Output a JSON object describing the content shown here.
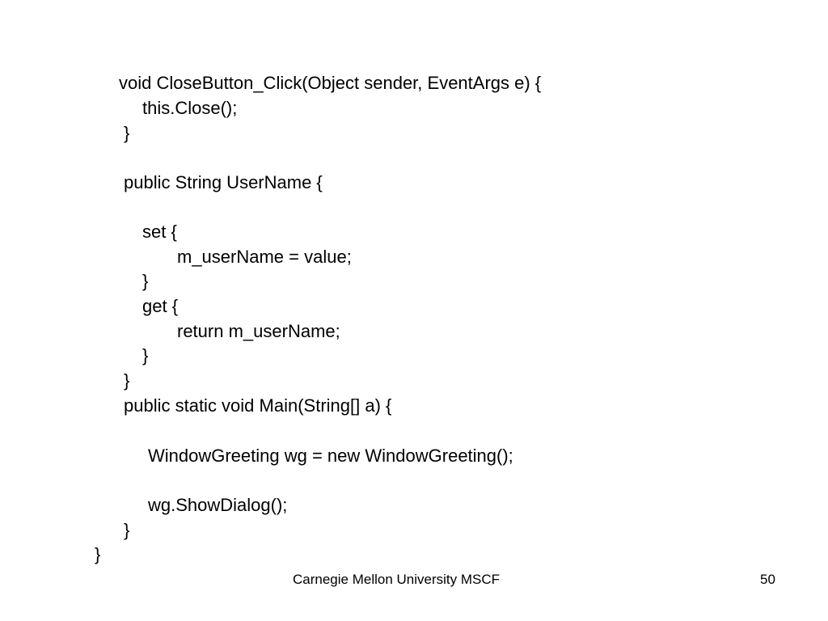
{
  "slide": {
    "code_lines": [
      "void CloseButton_Click(Object sender, EventArgs e) {",
      "this.Close();",
      "}",
      "public String UserName {",
      "set {",
      "m_userName = value;",
      "}",
      "get {",
      "return m_userName;",
      "}",
      "}",
      "public static void Main(String[] a) {",
      "WindowGreeting wg = new WindowGreeting();",
      "wg.ShowDialog();",
      "}",
      "}"
    ],
    "footer": {
      "institution": "Carnegie Mellon University MSCF",
      "page_number": "50"
    }
  }
}
